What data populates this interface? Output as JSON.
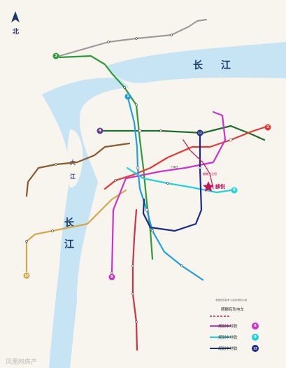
{
  "compass": {
    "label": "北"
  },
  "rivers": [
    {
      "label": "长",
      "name": "yangtze-char-1"
    },
    {
      "label": "江",
      "name": "yangtze-char-2"
    },
    {
      "label": "长",
      "name": "west-river-char-1"
    },
    {
      "label": "江",
      "name": "west-river-char-2"
    },
    {
      "label": "大",
      "name": "island-char-1"
    },
    {
      "label": "江",
      "name": "island-char-2"
    }
  ],
  "poi": {
    "label": "麒悦",
    "name": "project-star"
  },
  "station_labels": {
    "zhenfeng": "麒麟工业园",
    "chuanxin": "丁家庄"
  },
  "line_badges": [
    {
      "num": "1",
      "color": "#1fa0dc"
    },
    {
      "num": "2",
      "color": "#e53935"
    },
    {
      "num": "3",
      "color": "#2e9b3a"
    },
    {
      "num": "4",
      "color": "#6a3a9a"
    },
    {
      "num": "10",
      "color": "#d4a84a"
    },
    {
      "num": "8",
      "color": "#cc33cc"
    },
    {
      "num": "9",
      "color": "#22d0e0"
    },
    {
      "num": "12",
      "color": "#1a2a8a"
    }
  ],
  "legend": {
    "items": [
      {
        "label": "麒麟有轨电车",
        "color": "#c2185b",
        "style": "dashed"
      },
      {
        "label": "规划中地铁",
        "badge": "8",
        "color": "#cc33cc"
      },
      {
        "label": "规划中地铁",
        "badge": "9",
        "color": "#22d0e0"
      },
      {
        "label": "规划中地铁",
        "badge": "12",
        "color": "#1a2a8a"
      }
    ],
    "note": "本图仅供参考 以实际规划为准"
  },
  "watermark": "凤凰网房产"
}
